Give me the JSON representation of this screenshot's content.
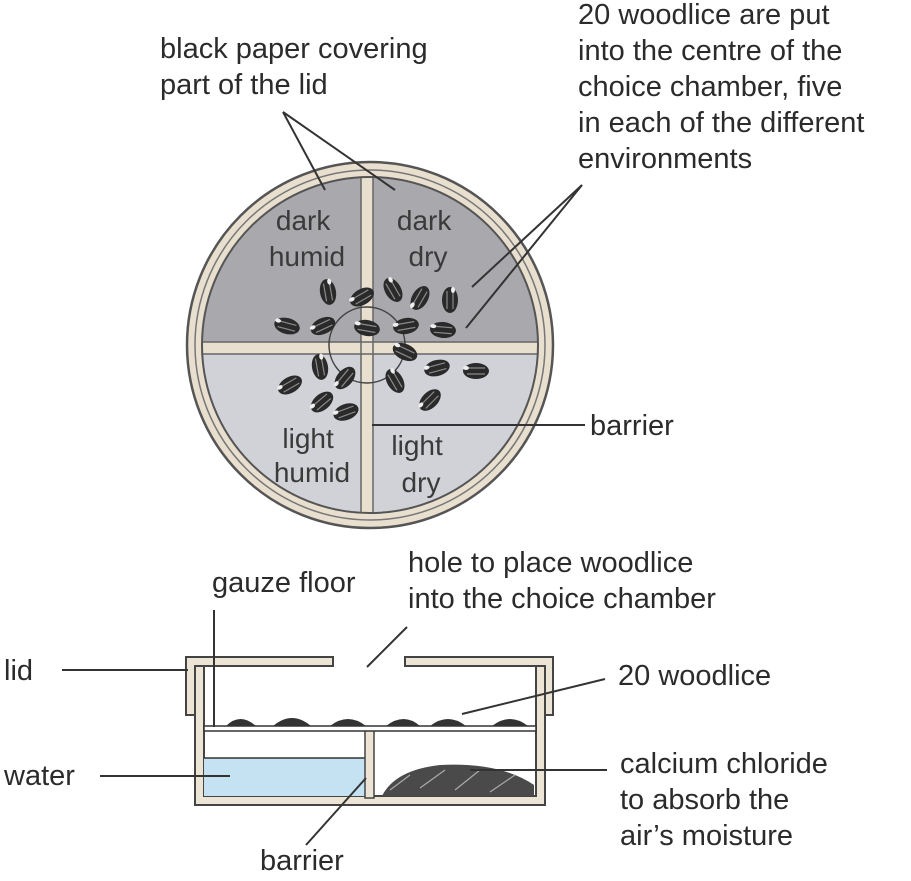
{
  "top_view": {
    "callout_paper": [
      "black paper covering",
      "part of the lid"
    ],
    "callout_woodlice": [
      "20 woodlice are put",
      "into the centre of the",
      "choice chamber, five",
      "in each of the different",
      "environments"
    ],
    "quadrants": {
      "dark_humid": [
        "dark",
        "humid"
      ],
      "dark_dry": [
        "dark",
        "dry"
      ],
      "light_humid": [
        "light",
        "humid"
      ],
      "light_dry": [
        "light",
        "dry"
      ]
    },
    "barrier_label": "barrier"
  },
  "side_view": {
    "gauze_label": "gauze floor",
    "hole_label": [
      "hole to place woodlice",
      "into the choice chamber"
    ],
    "lid_label": "lid",
    "woodlice_label": "20 woodlice",
    "water_label": "water",
    "calcium_label": [
      "calcium chloride",
      "to absorb the",
      "air’s moisture"
    ],
    "barrier_label": "barrier"
  },
  "colors": {
    "dark_quadrant": "#a9a9ad",
    "light_quadrant": "#d0d2d8",
    "rim": "#e8dfcf",
    "water": "#c4e2f2"
  }
}
